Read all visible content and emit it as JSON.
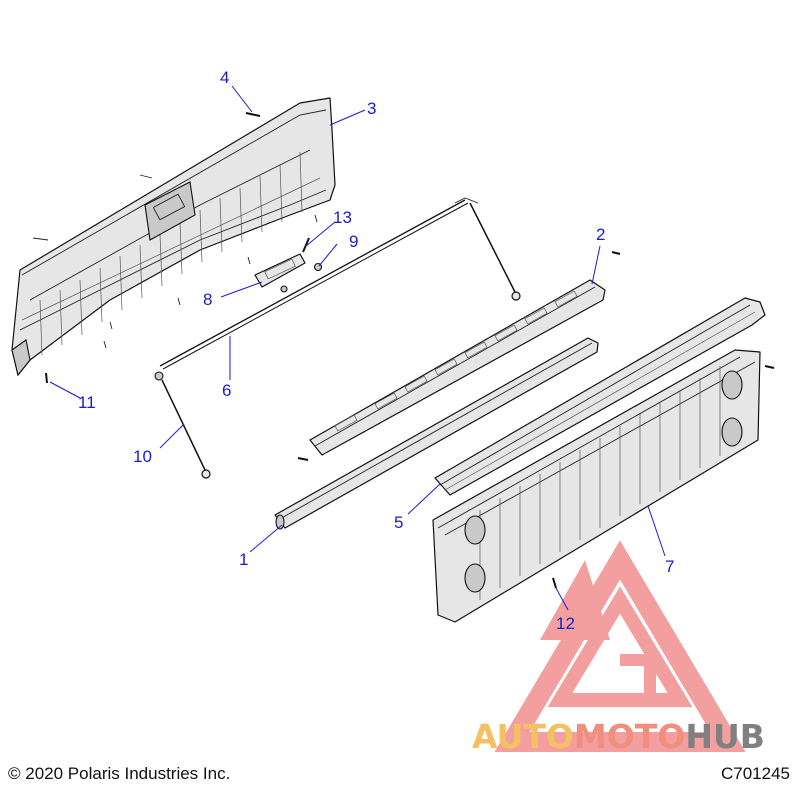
{
  "callouts": [
    {
      "id": "1",
      "label": "1"
    },
    {
      "id": "2",
      "label": "2"
    },
    {
      "id": "3",
      "label": "3"
    },
    {
      "id": "4",
      "label": "4"
    },
    {
      "id": "5",
      "label": "5"
    },
    {
      "id": "6",
      "label": "6"
    },
    {
      "id": "7",
      "label": "7"
    },
    {
      "id": "8",
      "label": "8"
    },
    {
      "id": "9",
      "label": "9"
    },
    {
      "id": "10",
      "label": "10"
    },
    {
      "id": "11",
      "label": "11"
    },
    {
      "id": "12",
      "label": "12"
    },
    {
      "id": "13",
      "label": "13"
    }
  ],
  "footer": {
    "copyright": "© 2020 Polaris Industries Inc.",
    "drawing_id": "C701245"
  },
  "watermark": {
    "text": "AUTOMOTOHUB",
    "colors": {
      "auto": "#f5c063",
      "moto": "#f08f80",
      "hub": "#808080",
      "logo": "#ef7f7f"
    }
  },
  "colors": {
    "callout": "#1a1ad0",
    "line": "#111111",
    "part_fill": "#e6e6e6"
  }
}
